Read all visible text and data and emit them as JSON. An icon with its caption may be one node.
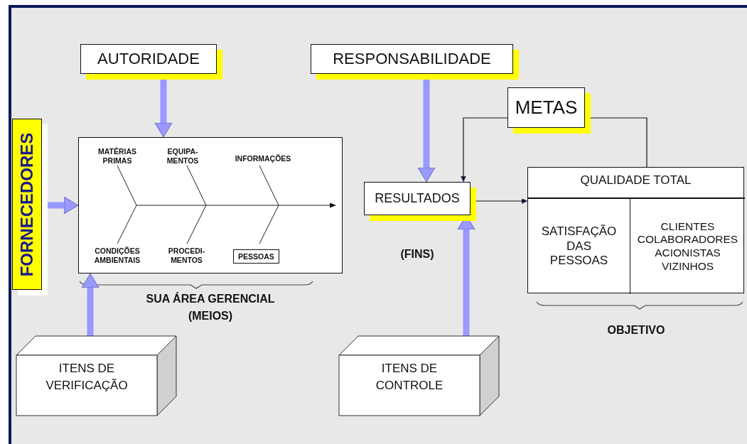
{
  "diagram": {
    "nodes": [
      {
        "text": [
          "AUTORIDADE"
        ]
      },
      {
        "text": [
          "RESPONSABILIDADE"
        ]
      },
      {
        "text": [
          "METAS"
        ]
      },
      {
        "text": [
          "FORNECEDORES"
        ]
      },
      {
        "text": [],
        "shape": "box",
        "beside": [
          "SUA ÁREA GERENCIAL (MEIOS)"
        ]
      },
      {
        "text": [
          "PESSOAS"
        ],
        "in": 4
      },
      {
        "text": [
          "RESULTADOS"
        ],
        "beside": [
          "(FINS)"
        ]
      },
      {
        "text": [
          "QUALIDADE TOTAL"
        ],
        "beside": [
          "OBJETIVO"
        ]
      },
      {
        "text": [
          "SATISFAÇÃO DAS PESSOAS"
        ],
        "in": 7
      },
      {
        "text": [
          "CLIENTES COLABORADORES ACIONISTAS VIZINHOS"
        ],
        "in": 7
      },
      {
        "text": [
          "ITENS DE VERIFICAÇÃO"
        ]
      },
      {
        "text": [
          "ITENS DE CONTROLE"
        ]
      }
    ],
    "edges": [
      {
        "from": 0,
        "to": 4,
        "arrow": "to"
      },
      {
        "from": 3,
        "to": 4,
        "arrow": "to"
      },
      {
        "from": 10,
        "to": 4,
        "arrow": "to"
      },
      {
        "from": 1,
        "to": 6,
        "arrow": "to"
      },
      {
        "from": 11,
        "to": 6,
        "arrow": "to"
      },
      {
        "from": 2,
        "to": 6,
        "arrow": "to",
        "color": "#111111"
      },
      {
        "from": 6,
        "to": 7,
        "arrow": "to",
        "color": "#111111"
      },
      {
        "from": 7,
        "to": 2,
        "arrow": "to",
        "color": "#111111"
      }
    ],
    "labels": [
      "MATÉRIAS PRIMAS",
      "EQUIPA- MENTOS",
      "INFORMAÇÕES",
      "CONDIÇÕES AMBIENTAIS",
      "PROCEDI- MENTOS"
    ]
  }
}
